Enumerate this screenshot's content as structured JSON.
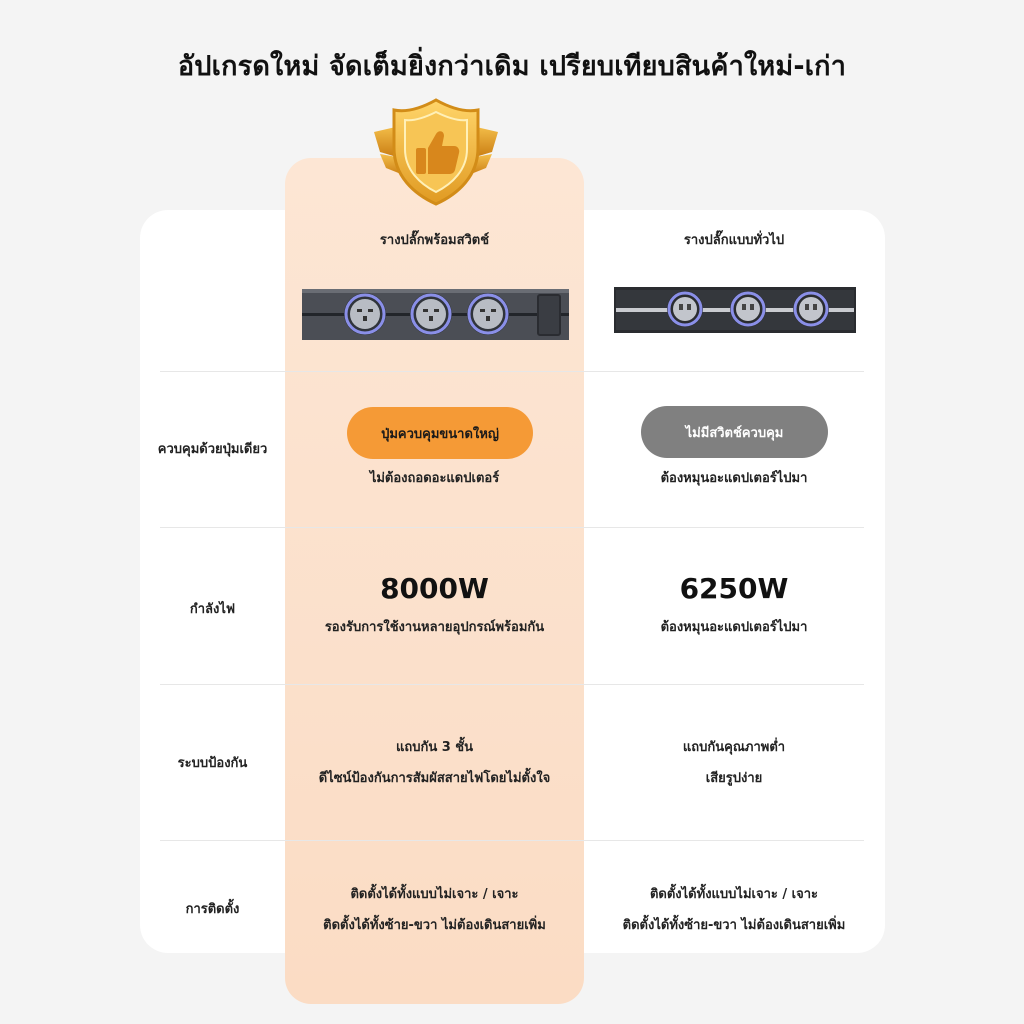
{
  "headline": "อัปเกรดใหม่ จัดเต็มยิ่งกว่าเดิม เปรียบเทียบสินค้าใหม่-เก่า",
  "columns": {
    "new_title": "รางปลั๊กพร้อมสวิตช์",
    "old_title": "รางปลั๊กแบบทั่วไป"
  },
  "rows": [
    {
      "label": "ควบคุมด้วยปุ่มเดียว",
      "new_pill": "ปุ่มควบคุมขนาดใหญ่",
      "new_text": "ไม่ต้องถอดอะแดปเตอร์",
      "old_pill": "ไม่มีสวิตช์ควบคุม",
      "old_text": "ต้องหมุนอะแดปเตอร์ไปมา"
    },
    {
      "label": "กำลังไฟ",
      "new_value": "8000W",
      "new_text": "รองรับการใช้งานหลายอุปกรณ์พร้อมกัน",
      "old_value": "6250W",
      "old_text": "ต้องหมุนอะแดปเตอร์ไปมา"
    },
    {
      "label": "ระบบป้องกัน",
      "new_line1": "แถบกัน 3 ชั้น",
      "new_line2": "ดีไซน์ป้องกันการสัมผัสสายไฟโดยไม่ตั้งใจ",
      "old_line1": "แถบกันคุณภาพต่ำ",
      "old_line2": "เสียรูปง่าย"
    },
    {
      "label": "การติดตั้ง",
      "new_line1": "ติดตั้งได้ทั้งแบบไม่เจาะ / เจาะ",
      "new_line2": "ติดตั้งได้ทั้งซ้าย-ขวา ไม่ต้องเดินสายเพิ่ม",
      "old_line1": "ติดตั้งได้ทั้งแบบไม่เจาะ / เจาะ",
      "old_line2": "ติดตั้งได้ทั้งซ้าย-ขวา ไม่ต้องเดินสายเพิ่ม"
    }
  ],
  "colors": {
    "accent_orange": "#f59a36",
    "highlight_peach": "#fde6d4",
    "gray_pill": "#808080",
    "badge_gold": "#f0b43c"
  },
  "icons": {
    "badge": "thumbs-up-shield-icon",
    "product_new": "power-track-with-switch",
    "product_old": "power-track-basic"
  }
}
